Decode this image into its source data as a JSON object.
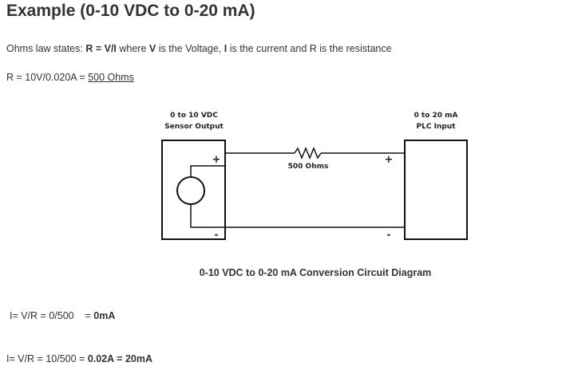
{
  "heading": "Example (0-10 VDC to 0-20 mA)",
  "ohms_law": {
    "prefix": "Ohms law states: ",
    "formula": "R = V/I",
    "where": " where ",
    "v": "V",
    "v_desc": " is the Voltage, ",
    "i": "I",
    "i_desc": " is the current and R is the resistance"
  },
  "resistance_calc": {
    "expr": "R = 10V/0.020A = ",
    "result": "500 Ohms"
  },
  "diagram": {
    "left_box_line1": "0 to 10 VDC",
    "left_box_line2": "Sensor Output",
    "right_box_line1": "0 to 20 mA",
    "right_box_line2": "PLC Input",
    "resistor_label": "500 Ohms",
    "plus": "+",
    "minus": "-",
    "caption": "0-10 VDC to 0-20 mA Conversion Circuit Diagram"
  },
  "calc1": {
    "expr": "I= V/R = 0/500    = ",
    "result": "0mA"
  },
  "calc2": {
    "expr": "I= V/R = 10/500 = ",
    "result": "0.02A = 20mA"
  }
}
